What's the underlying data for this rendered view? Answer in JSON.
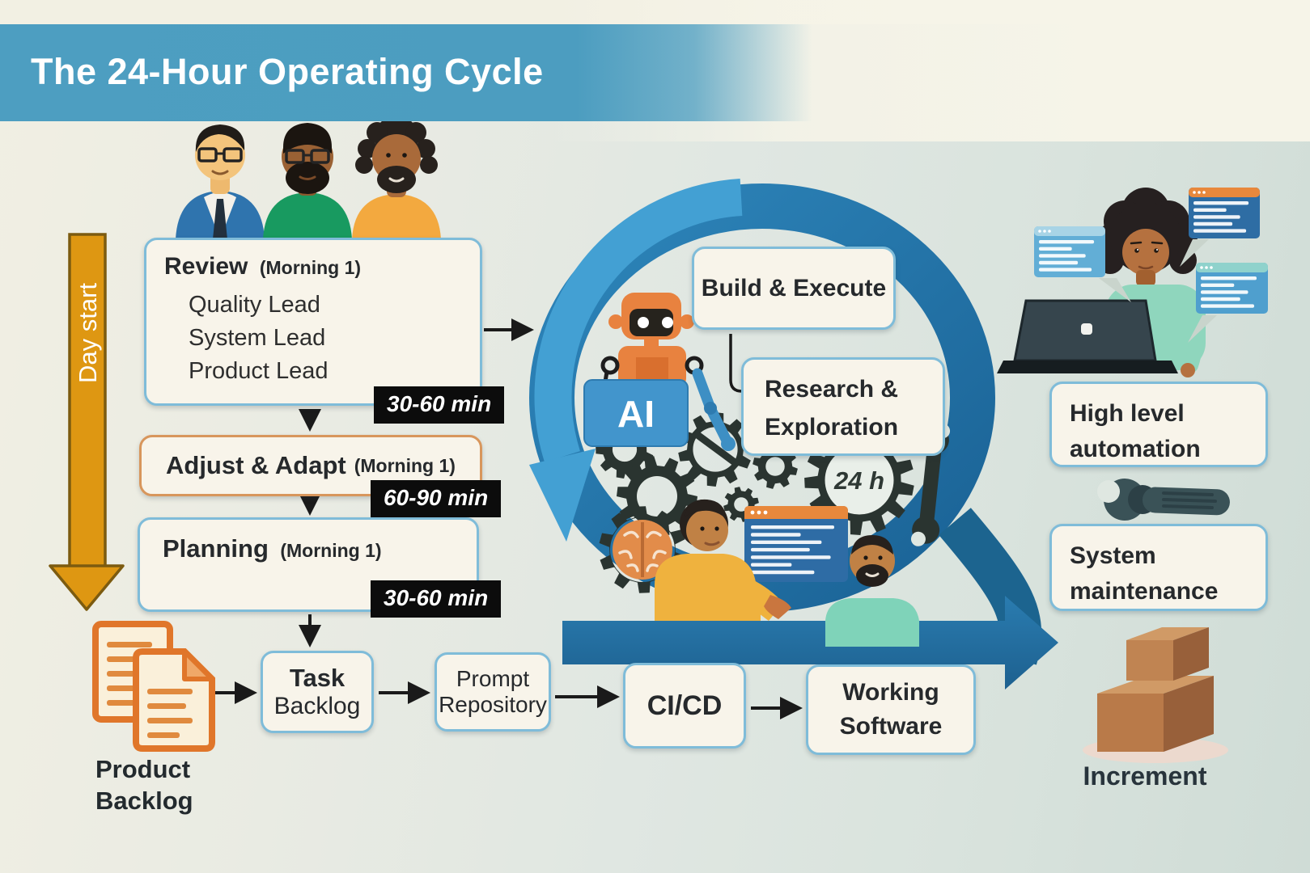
{
  "title": "The 24-Hour Operating Cycle",
  "day_start": "Day start",
  "review": {
    "title": "Review",
    "tag": "(Morning 1)",
    "items": [
      "Quality Lead",
      "System Lead",
      "Product Lead"
    ],
    "duration": "30-60 min"
  },
  "adjust_adapt": {
    "title": "Adjust & Adapt",
    "tag": "(Morning 1)",
    "duration": "60-90 min"
  },
  "planning": {
    "title": "Planning",
    "tag": "(Morning 1)",
    "duration": "30-60 min"
  },
  "product_backlog": {
    "line1": "Product",
    "line2": "Backlog"
  },
  "task_backlog": {
    "line1": "Task",
    "line2": "Backlog"
  },
  "prompt_repository": {
    "line1": "Prompt",
    "line2": "Repository"
  },
  "cicd": "CI/CD",
  "working_software": {
    "line1": "Working",
    "line2": "Software"
  },
  "build_execute": "Build & Execute",
  "research_exploration": {
    "line1": "Research &",
    "line2": "Exploration"
  },
  "ai_badge": "AI",
  "cycle_duration": "24 h",
  "high_level_automation": {
    "line1": "High level",
    "line2": "automation"
  },
  "system_maintenance": {
    "line1": "System",
    "line2": "maintenance"
  },
  "increment": "Increment",
  "colors": {
    "banner": "#4d9ec1",
    "ring": "#2173a8",
    "swirl": "#43a0d3",
    "day_arrow": "#de9712",
    "accent_orange": "#e0762a",
    "badge_bg": "#0c0c0c",
    "box_border_blue": "#7fbcd9",
    "box_border_orange": "#d8965c",
    "box_bg": "#f8f4ea"
  }
}
